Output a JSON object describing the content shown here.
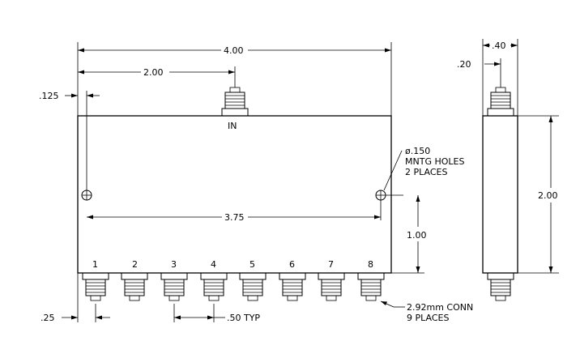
{
  "dimensions": {
    "overall_width": "4.00",
    "in_offset": "2.00",
    "hole_offset": ".125",
    "hole_spacing": "3.75",
    "hole_height": "1.00",
    "bottom_offset": ".25",
    "port_pitch": ".50 TYP",
    "side_width": ".40",
    "side_offset": ".20",
    "side_height": "2.00"
  },
  "labels": {
    "input": "IN",
    "holes_line1": "ø.150",
    "holes_line2": "MNTG HOLES",
    "holes_line3": "2 PLACES",
    "conn_line1": "2.92mm CONN",
    "conn_line2": "9 PLACES"
  },
  "ports": [
    "1",
    "2",
    "3",
    "4",
    "5",
    "6",
    "7",
    "8"
  ]
}
